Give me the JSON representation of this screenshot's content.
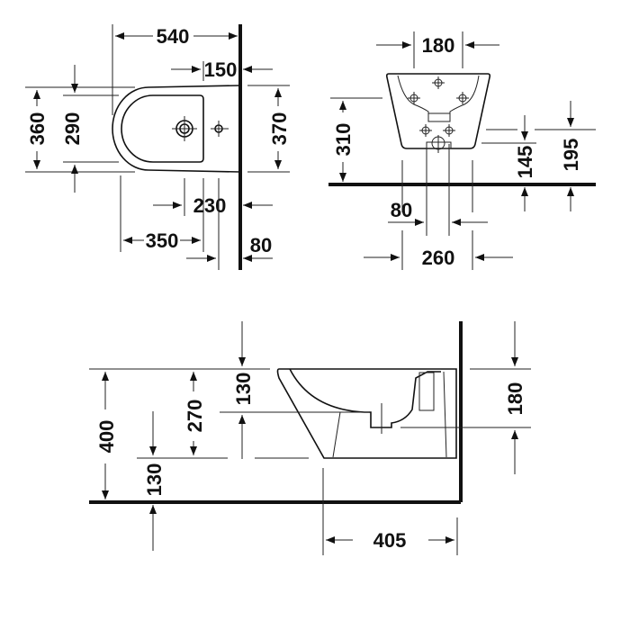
{
  "drawing": {
    "title": "Wall-mounted bidet technical drawing",
    "line_color": "#111111",
    "background": "#ffffff",
    "top_view": {
      "dimensions": {
        "overall_length": "540",
        "tap_hole_from_wall": "150",
        "outer_width": "360",
        "inner_width": "290",
        "fixing_width": "370",
        "fixing_to_wall": "230",
        "bowl_to_fixing": "350",
        "fixing_offset": "80"
      }
    },
    "front_view": {
      "dimensions": {
        "top_width": "180",
        "height": "310",
        "fixing_height_a": "145",
        "fixing_height_b": "195",
        "waste_width": "80",
        "fixing_spacing": "260"
      }
    },
    "side_view": {
      "dimensions": {
        "rim_height": "400",
        "rim_to_bottom": "270",
        "rim_to_waste": "130",
        "bottom_to_floor": "130",
        "waste_from_rim": "180",
        "projection": "405"
      }
    }
  }
}
